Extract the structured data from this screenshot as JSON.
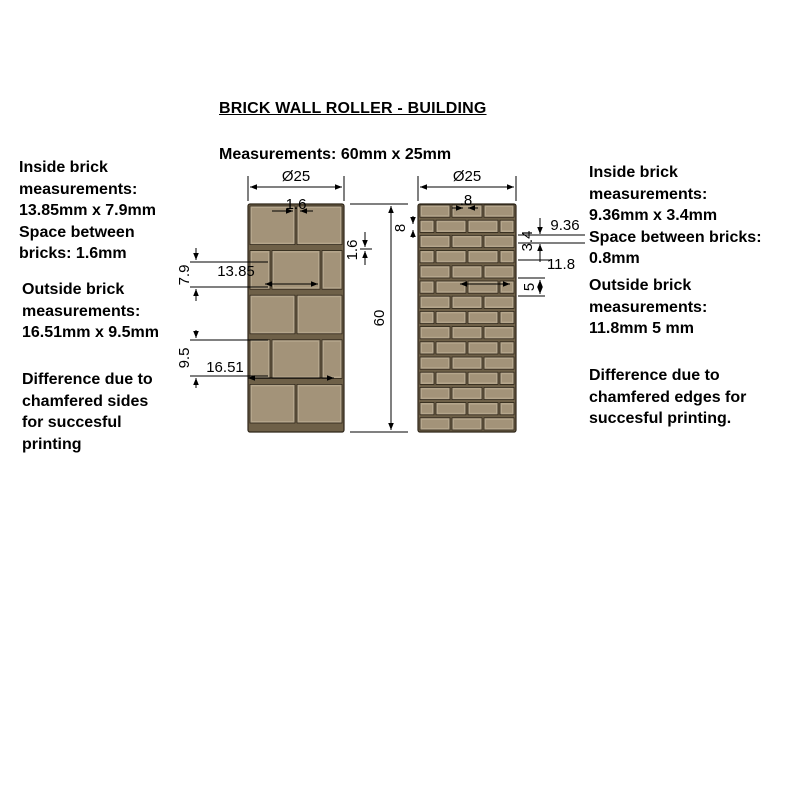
{
  "title": "BRICK WALL ROLLER - BUILDING",
  "subtitle": "Measurements:  60mm x 25mm",
  "left_notes": {
    "inside": [
      "Inside brick",
      "measurements:",
      "13.85mm x 7.9mm",
      "Space between",
      "bricks: 1.6mm"
    ],
    "outside": [
      "Outside brick",
      "measurements:",
      "16.51mm x 9.5mm"
    ],
    "difference": [
      "Difference due to",
      "chamfered sides",
      "for succesful",
      "printing"
    ]
  },
  "right_notes": {
    "inside": [
      "Inside brick",
      "measurements:",
      "9.36mm x 3.4mm",
      "Space between bricks:",
      "0.8mm"
    ],
    "outside": [
      "Outside brick",
      "measurements:",
      "11.8mm 5 mm"
    ],
    "difference": [
      "Difference due to",
      "chamfered edges for",
      "succesful printing."
    ]
  },
  "dimensions": {
    "left_diameter": "Ø25",
    "left_gap": "1.6",
    "left_inside_height": "7.9",
    "left_inside_width": "13.85",
    "left_outside_height": "9.5",
    "left_outside_width": "16.51",
    "left_gap_vertical": "1.6",
    "height_total": "60",
    "right_diameter": "Ø25",
    "right_gap": ".8",
    "right_gap_vertical": "8",
    "right_inside_width": "9.36",
    "right_inside_height": "3.4",
    "right_outside_width": "11.8",
    "right_outside_height": "5"
  },
  "colors": {
    "brick_fill": "#a39379",
    "brick_face": "#b5a68c",
    "mortar": "#6e6048",
    "outline": "#2e2619"
  }
}
